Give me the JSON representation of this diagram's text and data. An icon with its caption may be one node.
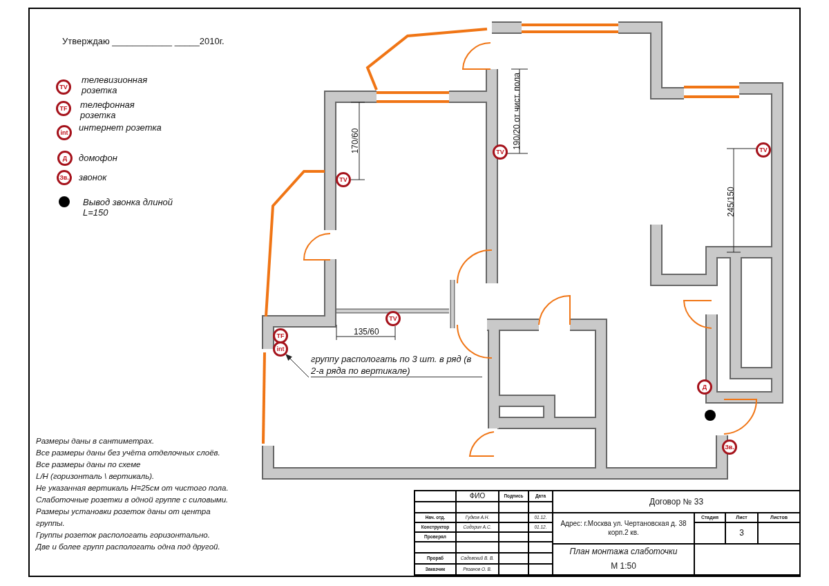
{
  "diagram": {
    "nodes": [
      {
        "text": [
          "TV"
        ],
        "beside": [
          "телевизионная розетка"
        ]
      },
      {
        "text": [
          "TF"
        ],
        "beside": [
          "телефонная розетка"
        ]
      },
      {
        "text": [
          "int"
        ],
        "beside": [
          "интернет розетка"
        ]
      },
      {
        "text": [
          "Д"
        ],
        "beside": [
          "домофон"
        ]
      },
      {
        "text": [
          "Зв."
        ],
        "beside": [
          "звонок"
        ]
      },
      {
        "text": [],
        "shape": "circle",
        "beside": [
          "Вывод звонка длиной L=150"
        ]
      },
      {
        "text": [
          "TV"
        ]
      },
      {
        "text": [
          "TV"
        ]
      },
      {
        "text": [
          "TV"
        ]
      },
      {
        "text": [
          "TV"
        ]
      },
      {
        "text": [
          "TF"
        ]
      },
      {
        "text": [
          "int"
        ]
      },
      {
        "text": [
          "группу распологать по 3 шт. в ряд (в 2-а ряда по вертикале)"
        ]
      },
      {
        "text": [
          "Д"
        ]
      },
      {
        "text": [],
        "shape": "circle"
      },
      {
        "text": [
          "Зв."
        ]
      }
    ],
    "edges": [
      {
        "from": 12,
        "to": 11,
        "arrow": "to"
      }
    ],
    "labels": [
      "Утверждаю ____________ _____2010г.",
      "190/20 от чист. пола",
      "170/60",
      "245/150",
      "135/60",
      "Размеры даны в сантиметрах.",
      "Все размеры даны без учёта отделочных слоёв.",
      "Все размеры даны по схеме",
      "L/H (горизонталь \\ вертикаль).",
      "Не указанная вертикаль H=25см от чистого пола.",
      "Слаботочные розетки в одной группе с силовыми.",
      "Размеры установки розеток даны от центра группы.",
      "Группы розеток распологать горизонтально.",
      "Две и более групп распологать одна под другой.",
      "ФИО",
      "Подпись",
      "Дата",
      "Договор № 33",
      "Нач. отд.",
      "Гудков А.Н.",
      "01.12.",
      "Стадия",
      "Лист",
      "Листов",
      "Конструктор",
      "Сидорин А.С.",
      "01.12.",
      "Адрес: г.Москва ул. Чертановская д. 38 корп.2 кв.",
      "3",
      "Проверял",
      "Прораб",
      "Садовский В. В.",
      "План монтажа слаботочки",
      "М 1:50",
      "Заказчик",
      "Рязанов О. В."
    ]
  }
}
